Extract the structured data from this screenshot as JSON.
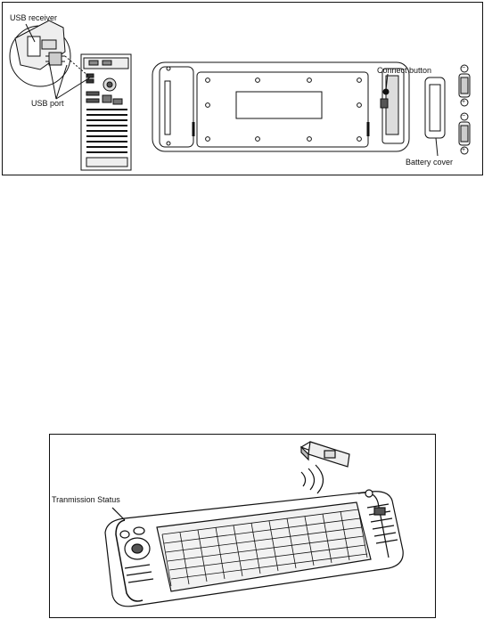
{
  "figure_top": {
    "labels": {
      "usb_receiver": "USB receiver",
      "usb_port": "USB port",
      "connect_button": "Connect button",
      "battery_cover": "Battery cover"
    },
    "battery_symbols": {
      "minus": "−",
      "plus": "+"
    }
  },
  "figure_bottom": {
    "labels": {
      "transmission_status": "Tranmission Status"
    }
  }
}
